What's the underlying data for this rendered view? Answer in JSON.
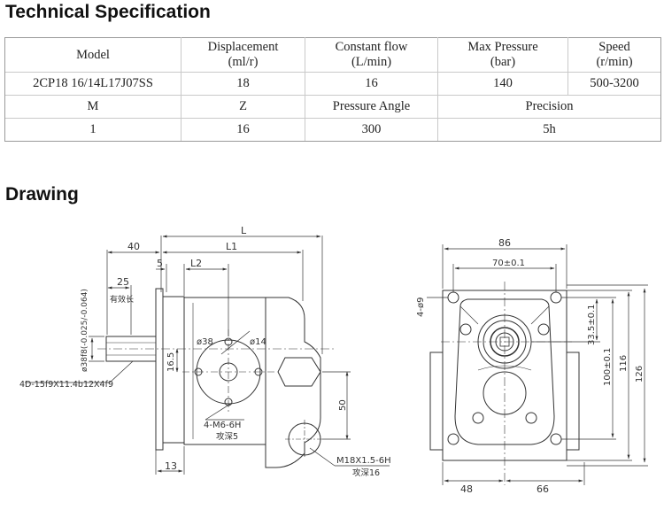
{
  "headings": {
    "spec": "Technical Specification",
    "drawing": "Drawing"
  },
  "spec_table": {
    "head1": {
      "model": "Model",
      "displacement": "Displacement",
      "displacement_unit": "(ml/r)",
      "flow": "Constant  flow",
      "flow_unit": "(L/min)",
      "pressure": "Max  Pressure",
      "pressure_unit": "(bar)",
      "speed": "Speed",
      "speed_unit": "(r/min)"
    },
    "row1": {
      "model": "2CP18 16/14L17J07SS",
      "displacement": "18",
      "flow": "16",
      "pressure": "140",
      "speed": "500-3200"
    },
    "head2": {
      "m": "M",
      "z": "Z",
      "angle": "Pressure Angle",
      "precision": "Precision"
    },
    "row2": {
      "m": "1",
      "z": "16",
      "angle": "300",
      "precision": "5h"
    }
  },
  "drawing_labels": {
    "L": "L",
    "L1": "L1",
    "L2": "L2",
    "d40": "40",
    "d5": "5",
    "d25": "25",
    "effective_length": "有效长",
    "shaft_dia": "ø38f8(-0.025/-0.064)",
    "spline": "4D-15f9X11.4b12X4f9",
    "d38": "ø38",
    "d14": "ø14",
    "d16_5": "16.5",
    "m6": "4-M6-6H",
    "m6_depth": "攻深5",
    "d50": "50",
    "m18": "M18X1.5-6H",
    "m18_depth": "攻深16",
    "d13": "13",
    "d86": "86",
    "d70": "70±0.1",
    "d4_9": "4-ø9",
    "d33_5": "33.5±0.1",
    "d100": "100±0.1",
    "d116": "116",
    "d126": "126",
    "d48": "48",
    "d66": "66"
  }
}
